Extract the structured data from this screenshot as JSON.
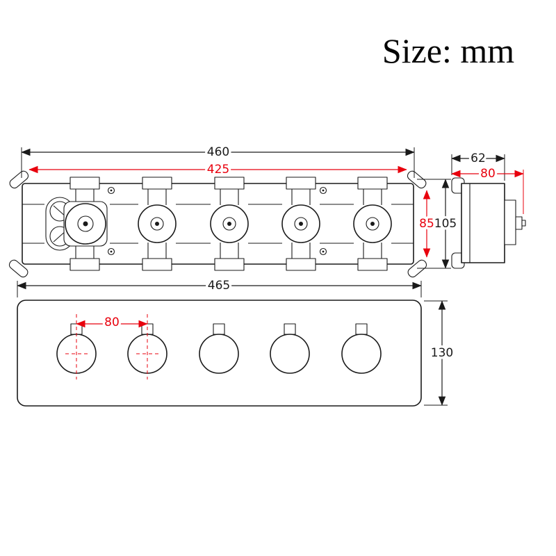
{
  "title": "Size: mm",
  "colors": {
    "ink": "#1a1a1a",
    "accent": "#e8000d",
    "background": "#ffffff"
  },
  "top_view": {
    "overall_width_mm": "460",
    "hole_spacing_mm": "425",
    "overall_height_mm": "105",
    "port_spacing_mm": "85",
    "valve_station_count": 5
  },
  "side_view": {
    "body_depth_mm": "62",
    "total_depth_mm": "80"
  },
  "front_view": {
    "plate_width_mm": "465",
    "plate_height_mm": "130",
    "knob_spacing_mm": "80",
    "knob_count": 5
  }
}
